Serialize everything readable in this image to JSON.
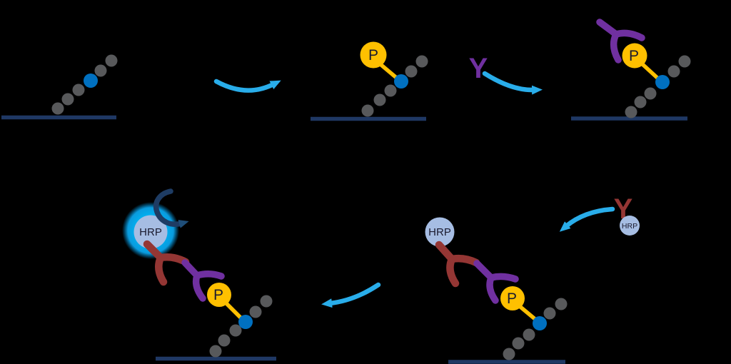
{
  "diagram": {
    "type": "assay-workflow",
    "background_color": "#000000",
    "labels": {
      "phosphate": "P",
      "enzyme": "HRP",
      "antibody": "Y"
    },
    "colors": {
      "surface_line": "#1F3864",
      "peptide_bead_gray": "#58595B",
      "peptide_bead_blue": "#0070C0",
      "phosphate_yellow": "#FFC000",
      "phospho_antibody_purple": "#7030A0",
      "detection_antibody_brown": "#943634",
      "hrp_circle_fill": "#A6BDE3",
      "hrp_glow_cyan": "#00B0F0",
      "flow_arrow_cyan": "#29ADEA",
      "turnover_arrow_navy": "#1E3C64",
      "turnover_arrowhead_navy": "#1F4E79",
      "label_dark": "#1A1A2E"
    },
    "peptide": {
      "beads_per_chain": 6,
      "phospho_bead_index_from_bottom": 4
    },
    "steps": [
      {
        "id": "substrate-peptide-on-plate",
        "row": "top",
        "components": [
          "plate-surface",
          "peptide-chain",
          "tyrosine-bead"
        ]
      },
      {
        "id": "kinase-phosphorylation",
        "row": "top",
        "components": [
          "flow-arrow",
          "plate-surface",
          "peptide-chain",
          "phosphate-group"
        ]
      },
      {
        "id": "phospho-antibody-binding",
        "row": "top",
        "components": [
          "free-antibody-glyph",
          "flow-arrow",
          "phospho-antibody",
          "phosphate-group",
          "peptide-chain",
          "plate-surface"
        ]
      },
      {
        "id": "hrp-conjugate-binding",
        "row": "bottom",
        "components": [
          "free-hrp-conjugate",
          "flow-arrow",
          "hrp-enzyme",
          "detection-antibody",
          "phospho-antibody",
          "phosphate-group",
          "peptide-chain",
          "plate-surface"
        ]
      },
      {
        "id": "signal-generation",
        "row": "bottom",
        "components": [
          "hrp-enzyme-glow",
          "substrate-turnover-arrow",
          "hrp-enzyme",
          "detection-antibody",
          "phospho-antibody",
          "phosphate-group",
          "peptide-chain",
          "plate-surface"
        ]
      }
    ]
  }
}
